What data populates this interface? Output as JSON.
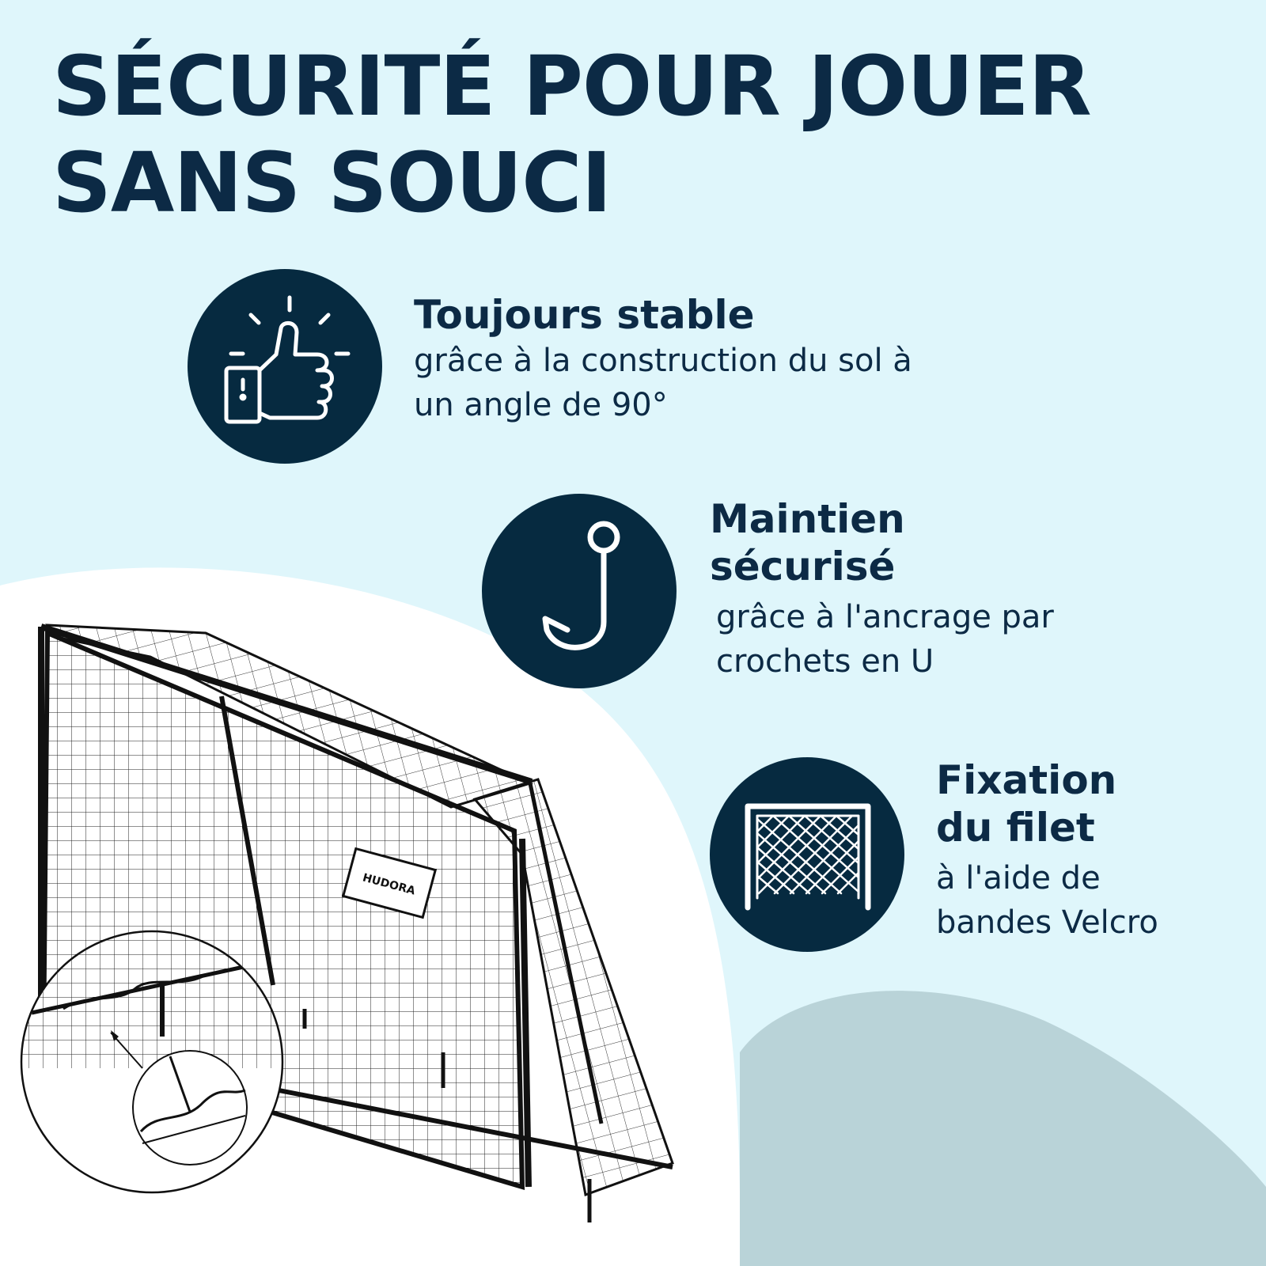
{
  "headline": {
    "line1": "SÉCURITÉ POUR JOUER",
    "line2": "SANS SOUCI"
  },
  "features": [
    {
      "title_lines": [
        "Toujours stable"
      ],
      "desc_lines": [
        "grâce à la construction du sol à",
        "un angle de 90°"
      ],
      "icon": "thumbs-up-icon"
    },
    {
      "title_lines": [
        "Maintien",
        "sécurisé"
      ],
      "desc_lines": [
        "grâce à l'ancrage par",
        "crochets en U"
      ],
      "icon": "hook-icon"
    },
    {
      "title_lines": [
        "Fixation",
        "du filet"
      ],
      "desc_lines": [
        "à l'aide de",
        "bandes Velcro"
      ],
      "icon": "goal-net-icon"
    }
  ],
  "illustration": {
    "brand": "HUDORA",
    "subject": "football goal with net and zoomed U-hook detail"
  },
  "colors": {
    "background": "#dff6fb",
    "white_blob": "#ffffff",
    "grey_blob": "#b9d3d8",
    "navy": "#062a40",
    "text": "#0c2a45"
  }
}
